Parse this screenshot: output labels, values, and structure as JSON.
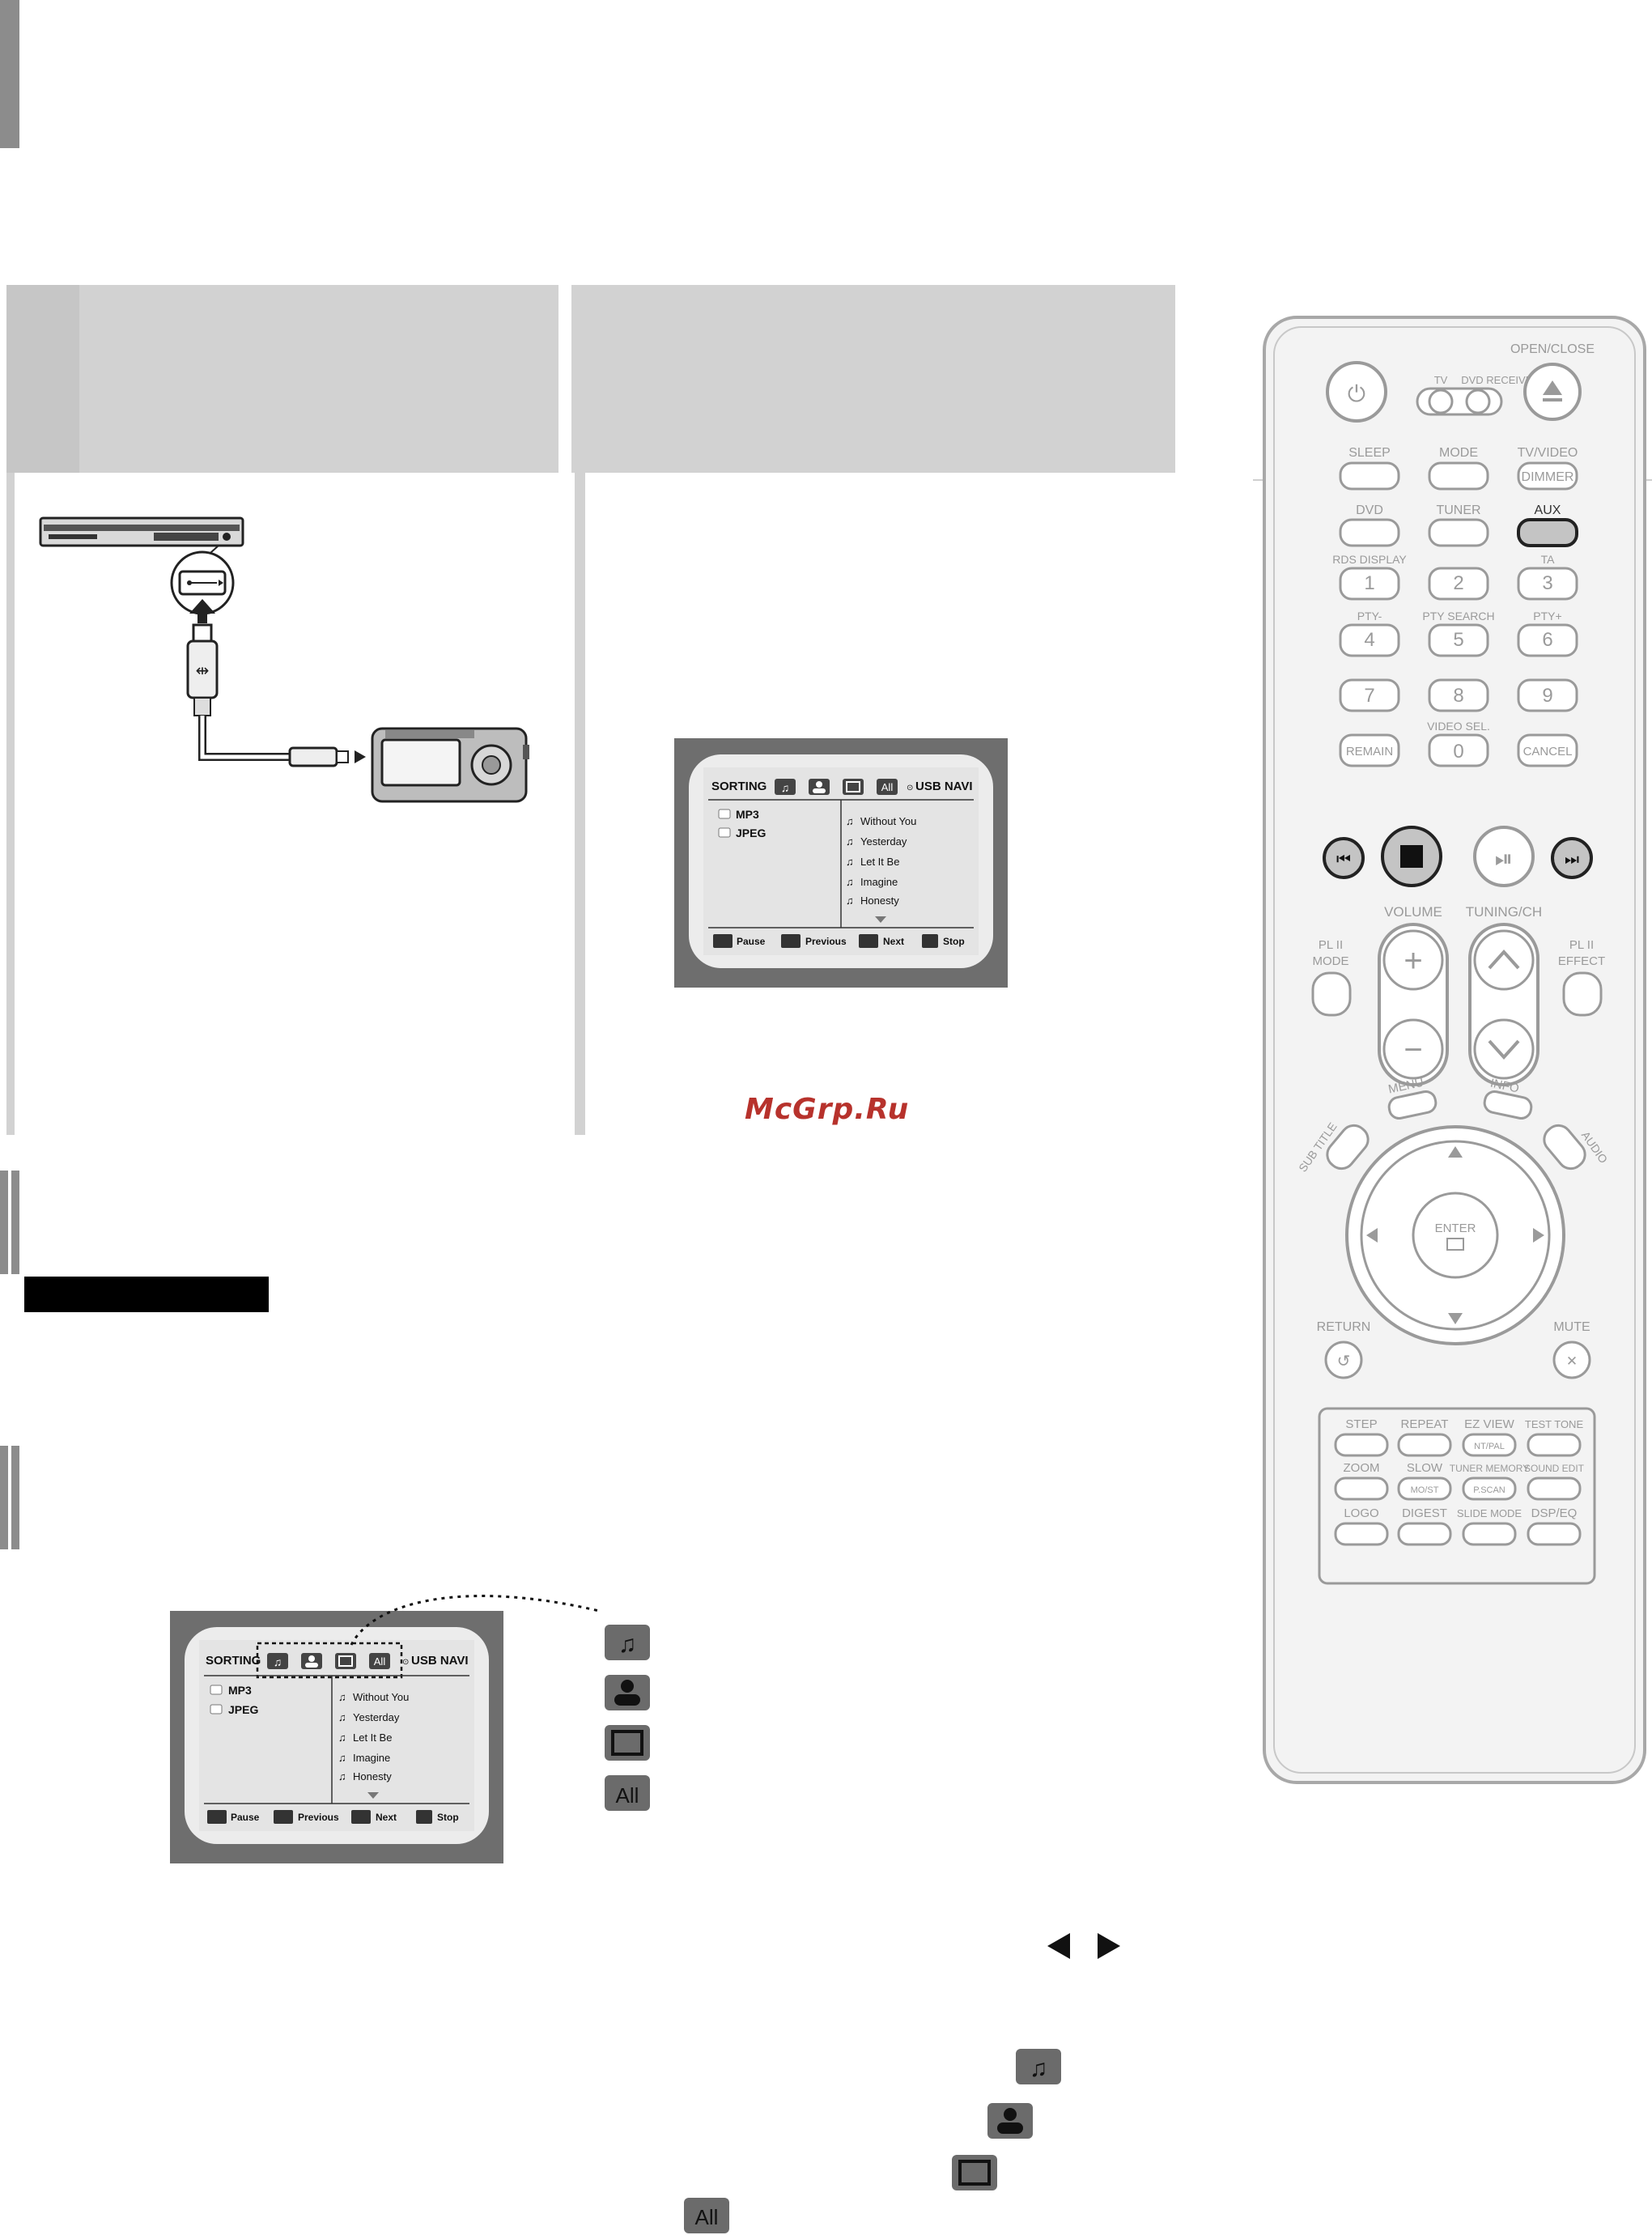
{
  "watermark": "McGrp.Ru",
  "usb_navi": {
    "sorting": "SORTING",
    "title": "USB NAVI",
    "all_label": "All",
    "folders": [
      "MP3",
      "JPEG"
    ],
    "tracks": [
      "Without You",
      "Yesterday",
      "Let It Be",
      "Imagine",
      "Honesty"
    ],
    "footer": [
      "Pause",
      "Previous",
      "Next",
      "Stop"
    ]
  },
  "remote": {
    "open_close": "OPEN/CLOSE",
    "tv": "TV",
    "dvd_receiver": "DVD RECEIVER",
    "sleep": "SLEEP",
    "mode": "MODE",
    "tv_video": "TV/VIDEO",
    "dimmer": "DIMMER",
    "dvd": "DVD",
    "tuner": "TUNER",
    "aux": "AUX",
    "rds_display": "RDS DISPLAY",
    "ta": "TA",
    "pty_minus": "PTY-",
    "pty_search": "PTY SEARCH",
    "pty_plus": "PTY+",
    "video_sel": "VIDEO SEL.",
    "remain": "REMAIN",
    "cancel": "CANCEL",
    "digits": [
      "1",
      "2",
      "3",
      "4",
      "5",
      "6",
      "7",
      "8",
      "9",
      "0"
    ],
    "volume": "VOLUME",
    "tuning_ch": "TUNING/CH",
    "pl2": "PL II",
    "pl2_mode": "MODE",
    "pl2_effect": "EFFECT",
    "menu": "MENU",
    "info": "INFO",
    "sub_title": "SUB TITLE",
    "audio": "AUDIO",
    "enter": "ENTER",
    "return": "RETURN",
    "mute": "MUTE",
    "step": "STEP",
    "repeat": "REPEAT",
    "ez_view": "EZ VIEW",
    "test_tone": "TEST TONE",
    "nt_pal": "NT/PAL",
    "zoom": "ZOOM",
    "slow": "SLOW",
    "tuner_memory": "TUNER MEMORY",
    "sound_edit": "SOUND EDIT",
    "mo_st": "MO/ST",
    "p_scan": "P.SCAN",
    "logo": "LOGO",
    "digest": "DIGEST",
    "slide_mode": "SLIDE MODE",
    "dsp_eq": "DSP/EQ"
  },
  "colors": {
    "panel_gray": "#d2d2d2",
    "side_bar": "#8c8c8c",
    "tv_frame": "#6e6e6e",
    "screen_bg": "#ececec",
    "remote_body": "#f3f3f3",
    "remote_outline": "#a8a8a8",
    "label_gray": "#9a9a9a",
    "watermark": "#b7322c"
  }
}
